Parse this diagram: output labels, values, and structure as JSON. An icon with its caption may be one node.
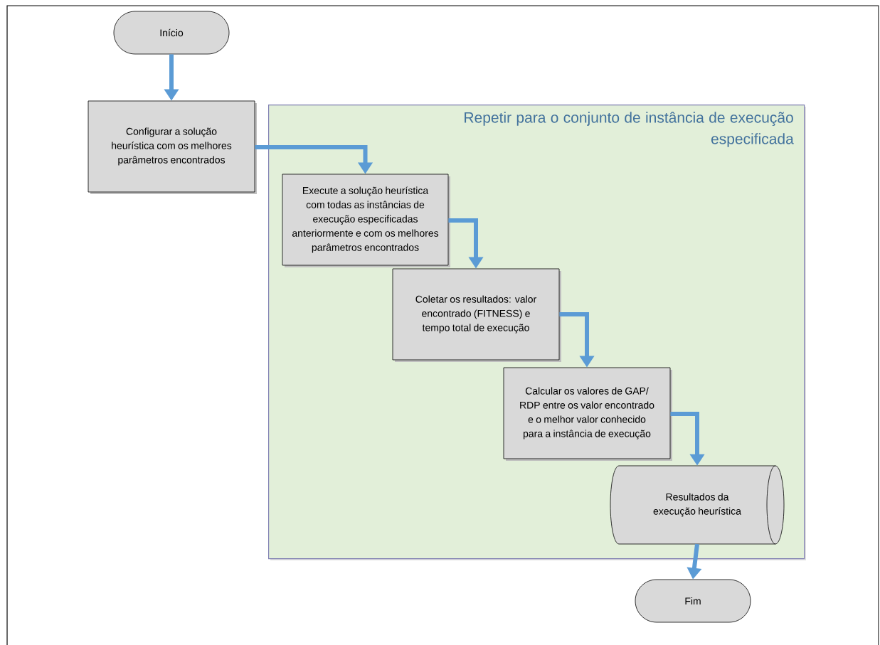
{
  "diagram": {
    "nodes": [
      {
        "text": [
          "Início"
        ]
      },
      {
        "text": [
          "Configurar a solução heurística com os melhores parâmetros encontrados"
        ]
      },
      {
        "text": [
          "Repetir para o conjunto de instância de execução especificada"
        ]
      },
      {
        "text": [
          "Execute a solução heurística com todas as instâncias de execução especificadas anteriormente e com os melhores parâmetros encontrados"
        ],
        "in": 2
      },
      {
        "text": [
          "Coletar os resultados: valor encontrado (FITNESS) e tempo total de execução"
        ],
        "in": 2
      },
      {
        "text": [
          "Calcular os valores de GAP/ RDP entre os valor encontrado e o melhor valor conhecido para a instância de execução"
        ],
        "in": 2
      },
      {
        "text": [
          "Resultados da execução heurística"
        ],
        "in": 2
      },
      {
        "text": [
          "Fim"
        ]
      }
    ],
    "edges": [
      {
        "from": 0,
        "to": 1,
        "arrow": "to"
      },
      {
        "from": 1,
        "to": 3,
        "arrow": "to"
      },
      {
        "from": 3,
        "to": 4,
        "arrow": "to"
      },
      {
        "from": 4,
        "to": 5,
        "arrow": "to"
      },
      {
        "from": 5,
        "to": 6,
        "arrow": "to"
      },
      {
        "from": 6,
        "to": 7,
        "arrow": "to"
      }
    ]
  }
}
